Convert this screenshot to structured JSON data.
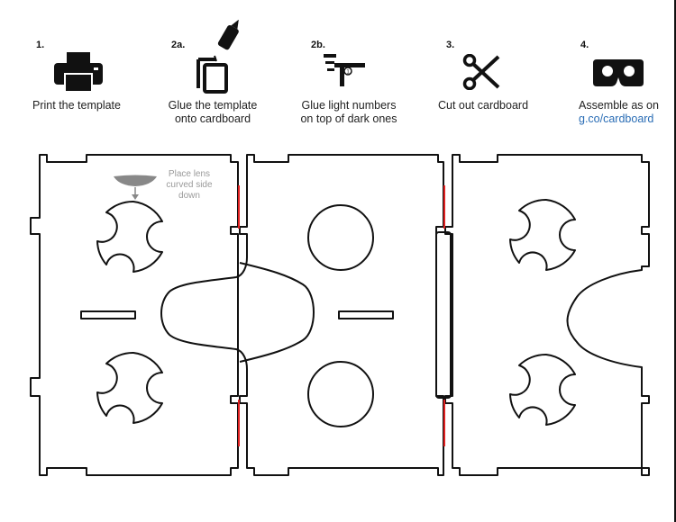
{
  "steps": [
    {
      "number": "1.",
      "lines": [
        "Print the template"
      ],
      "icon": "printer-icon"
    },
    {
      "number": "2a.",
      "lines": [
        "Glue the template",
        "onto cardboard"
      ],
      "icon": "glue-icon"
    },
    {
      "number": "2b.",
      "lines": [
        "Glue light numbers",
        "on top of dark ones"
      ],
      "icon": "layers-icon"
    },
    {
      "number": "3.",
      "lines": [
        "Cut out cardboard"
      ],
      "icon": "scissors-icon"
    },
    {
      "number": "4.",
      "lines": [
        "Assemble as on",
        "g.co/cardboard"
      ],
      "icon": "cardboard-viewer-icon"
    }
  ],
  "template": {
    "lens_note": [
      "Place lens",
      "curved side",
      "down"
    ],
    "panel_count": 3,
    "fold_line_color": "#e02020",
    "cut_line_color": "#111111"
  }
}
